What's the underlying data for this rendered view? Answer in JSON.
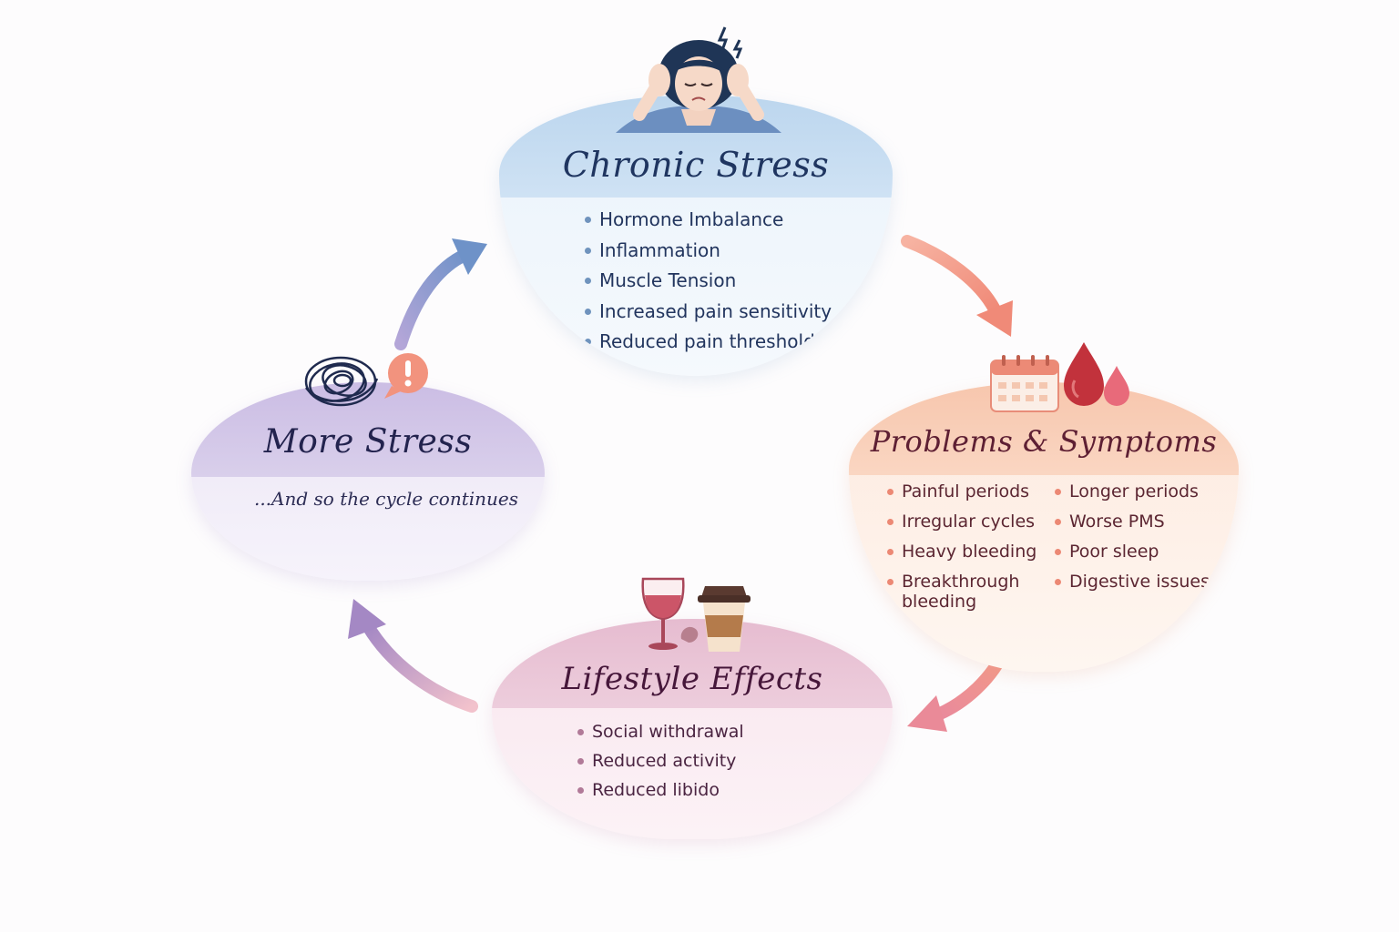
{
  "nodes": {
    "chronic": {
      "title": "Chronic Stress",
      "items": [
        "Hormone Imbalance",
        "Inflammation",
        "Muscle Tension",
        "Increased pain sensitivity",
        "Reduced pain thresholds"
      ]
    },
    "problems": {
      "title": "Problems & Symptoms",
      "col1": [
        "Painful periods",
        "Irregular cycles",
        "Heavy bleeding",
        "Breakthrough bleeding"
      ],
      "col2": [
        "Longer periods",
        "Worse PMS",
        "Poor sleep",
        "Digestive issues"
      ]
    },
    "lifestyle": {
      "title": "Lifestyle Effects",
      "items": [
        "Social withdrawal",
        "Reduced activity",
        "Reduced libido"
      ]
    },
    "more": {
      "title": "More Stress",
      "subtitle": "...And so the cycle continues"
    }
  },
  "icons": {
    "chronic": "stressed-woman-icon",
    "problems": [
      "calendar-icon",
      "blood-drop-icon"
    ],
    "lifestyle": [
      "wine-glass-icon",
      "coffee-cup-icon"
    ],
    "more": [
      "tangled-scribble-icon",
      "alert-bubble-icon"
    ]
  },
  "colors": {
    "chronic": "#bcd6ee",
    "problems": "#f7c6ad",
    "lifestyle": "#e6bcd0",
    "more": "#cbbde4",
    "arrow_blue": "#7b97cc",
    "arrow_coral": "#f08a78",
    "arrow_pink": "#ec8a98",
    "arrow_mauve": "#a488c4"
  }
}
